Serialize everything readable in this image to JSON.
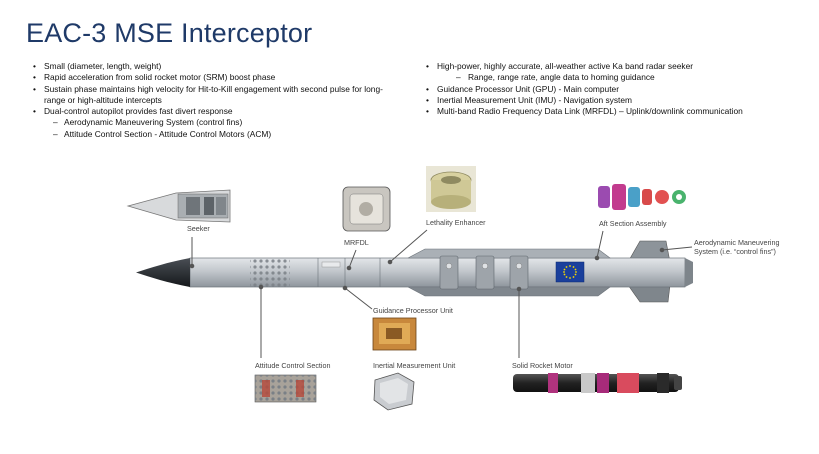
{
  "title": "EAC-3 MSE Interceptor",
  "bullets_left": [
    {
      "text": "Small (diameter, length, weight)",
      "subs": []
    },
    {
      "text": "Rapid acceleration from solid rocket motor (SRM) boost phase",
      "subs": []
    },
    {
      "text": "Sustain phase maintains high velocity for Hit-to-Kill engagement with second pulse for long-range or high-altitude intercepts",
      "subs": []
    },
    {
      "text": "Dual-control autopilot provides fast divert response",
      "subs": [
        "Aerodynamic Maneuvering System (control fins)",
        "Attitude Control Section - Attitude Control Motors (ACM)"
      ]
    }
  ],
  "bullets_right": [
    {
      "text": "High-power, highly accurate, all-weather active Ka band radar seeker",
      "subs": [
        "Range, range rate, angle data to homing guidance"
      ]
    },
    {
      "text": "Guidance Processor Unit (GPU) - Main computer",
      "subs": []
    },
    {
      "text": "Inertial Measurement Unit (IMU) - Navigation system",
      "subs": []
    },
    {
      "text": "Multi-band Radio Frequency Data Link (MRFDL) – Uplink/downlink communication",
      "subs": []
    }
  ],
  "labels": {
    "seeker": "Seeker",
    "mrfdl": "MRFDL",
    "lethality": "Lethality Enhancer",
    "aft": "Aft Section Assembly",
    "aero_line1": "Aerodynamic Maneuvering",
    "aero_line2": "System (i.e. “control fins”)",
    "gpu": "Guidance Processor Unit",
    "acs": "Attitude Control Section",
    "imu": "Inertial Measurement Unit",
    "srm": "Solid Rocket Motor"
  },
  "colors": {
    "title": "#1f3a68",
    "missile_body": "#b9bec3",
    "eu_flag": "#1a3f9c",
    "eu_star": "#f5d800"
  },
  "icons": {
    "eu_flag": "eu-flag-icon"
  }
}
